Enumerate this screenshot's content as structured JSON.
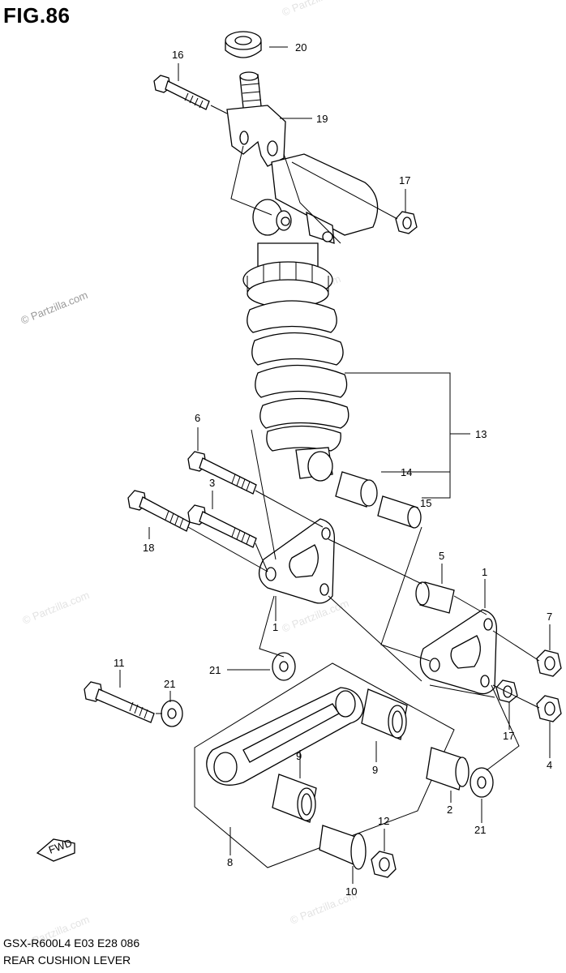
{
  "title": "FIG.86",
  "footer": {
    "line1": "GSX-R600L4  E03  E28  086",
    "line2": "REAR CUSHION LEVER"
  },
  "watermark": "© Partzilla.com",
  "fwd_label": "FWD",
  "parts": {
    "p1a": "1",
    "p1b": "1",
    "p2": "2",
    "p3": "3",
    "p4": "4",
    "p5": "5",
    "p6": "6",
    "p7": "7",
    "p8": "8",
    "p9a": "9",
    "p9b": "9",
    "p10": "10",
    "p11": "11",
    "p12": "12",
    "p13": "13",
    "p14": "14",
    "p15": "15",
    "p16": "16",
    "p17a": "17",
    "p17b": "17",
    "p18": "18",
    "p19": "19",
    "p20": "20",
    "p21a": "21",
    "p21b": "21",
    "p21c": "21"
  }
}
